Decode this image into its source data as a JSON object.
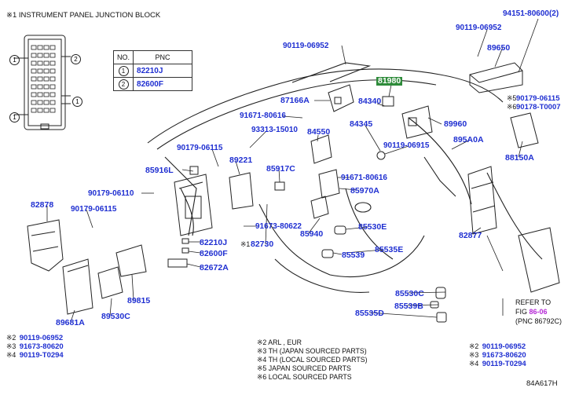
{
  "header": {
    "title": "※1 INSTRUMENT PANEL JUNCTION BLOCK"
  },
  "table": {
    "col_no": "NO.",
    "col_pnc": "PNC",
    "rows": [
      {
        "no": "1",
        "pnc": "82210J"
      },
      {
        "no": "2",
        "pnc": "82600F"
      }
    ]
  },
  "callouts": {
    "c1": "1",
    "c2": "2"
  },
  "parts": {
    "p94151": "94151-80600(2)",
    "p90119_06952_top": "90119-06952",
    "p90119_06952_left": "90119-06952",
    "p89650": "89650",
    "p81980": "81980",
    "p87166A": "87166A",
    "p84340": "84340",
    "p91671_80616_a": "91671-80616",
    "p93313": "93313-15010",
    "p84345": "84345",
    "p84550": "84550",
    "p89960": "89960",
    "p90119_06915": "90119-06915",
    "p895A0A": "895A0A",
    "p90179_06115_a": "90179-06115",
    "p89221": "89221",
    "p85916L": "85916L",
    "p85917C": "85917C",
    "p91671_80616_b": "91671-80616",
    "p85970A": "85970A",
    "p88150A": "88150A",
    "p90179_06110": "90179-06110",
    "p82878": "82878",
    "p90179_06115_b": "90179-06115",
    "p91673_80622": "91673-80622",
    "p85940": "85940",
    "p85530E": "85530E",
    "p82210J": "82210J",
    "p82730": "82730",
    "p82600F": "82600F",
    "p85535E": "85535E",
    "p85539": "85539",
    "p82672A": "82672A",
    "p82877": "82877",
    "p89815": "89815",
    "p89530C": "89530C",
    "p89681A": "89681A",
    "p85530C": "85530C",
    "p85539B": "85539B",
    "p85535D": "85535D"
  },
  "right_notes": {
    "n5_prefix": "※5",
    "n5_part": "90179-06115",
    "n6_prefix": "※6",
    "n6_part": "90178-T0007"
  },
  "ref": {
    "line1": "REFER TO",
    "line2_prefix": "FIG",
    "line2_link": "86-06",
    "line3": "(PNC 86792C)"
  },
  "bottom_left": [
    {
      "mark": "※2",
      "part": "90119-06952"
    },
    {
      "mark": "※3",
      "part": "91673-80620"
    },
    {
      "mark": "※4",
      "part": "90119-T0294"
    }
  ],
  "bottom_right": [
    {
      "mark": "※2",
      "part": "90119-06952"
    },
    {
      "mark": "※3",
      "part": "91673-80620"
    },
    {
      "mark": "※4",
      "part": "90119-T0294"
    }
  ],
  "legend": [
    {
      "mark": "※2",
      "text": "ARL , EUR"
    },
    {
      "mark": "※3",
      "text": "TH (JAPAN SOURCED PARTS)"
    },
    {
      "mark": "※4",
      "text": "TH (LOCAL SOURCED PARTS)"
    },
    {
      "mark": "※5",
      "text": "JAPAN SOURCED PARTS"
    },
    {
      "mark": "※6",
      "text": "LOCAL SOURCED PARTS"
    }
  ],
  "mark_82730": "※1",
  "figure_id": "84A617H"
}
